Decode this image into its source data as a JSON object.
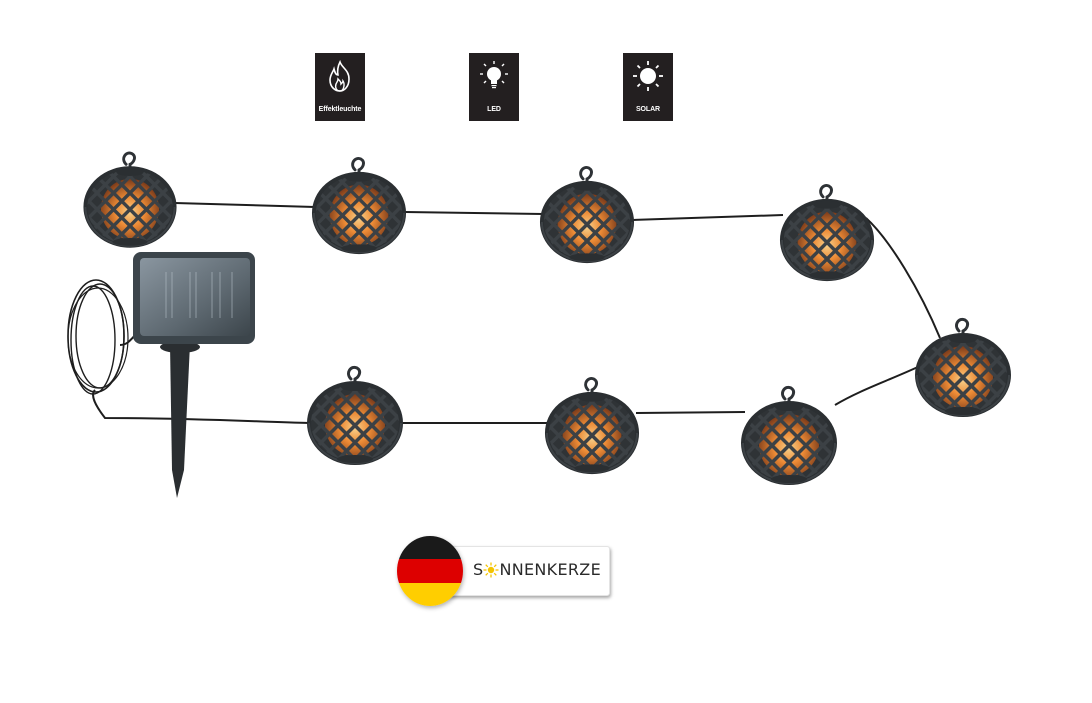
{
  "badges": [
    {
      "icon": "flame-icon",
      "label": "Effektleuchte"
    },
    {
      "icon": "led-bulb-icon",
      "label": "LED"
    },
    {
      "icon": "sun-icon",
      "label": "SOLAR"
    }
  ],
  "brand": {
    "name_prefix": "S",
    "name_suffix": "NNENKERZE",
    "flag": "germany-flag",
    "colors": {
      "black": "#1a1a1a",
      "red": "#dd0000",
      "gold": "#ffce00"
    }
  },
  "product": {
    "type": "solar lantern string light",
    "lantern_count": 8,
    "colors": {
      "lantern": "#3c4145",
      "flame": "#e8742a",
      "flame_light": "#f5c46b",
      "cable": "#1e1e1e",
      "panel": "#4a5358"
    }
  }
}
